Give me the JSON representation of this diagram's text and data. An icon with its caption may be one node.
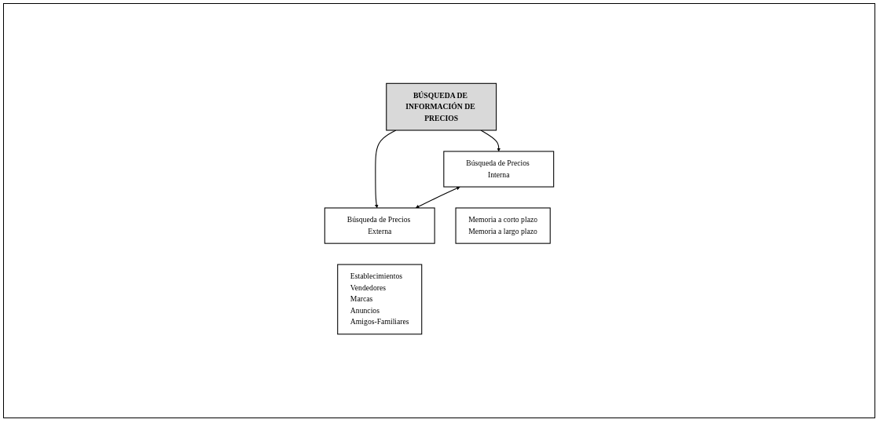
{
  "diagram": {
    "nodes": [
      {
        "text": [
          "BÚSQUEDA DE INFORMACIÓN DE PRECIOS"
        ]
      },
      {
        "text": [
          "Búsqueda de Precios Interna"
        ]
      },
      {
        "text": [
          "Búsqueda de Precios Externa"
        ]
      },
      {
        "text": [
          "Memoria a corto plazo",
          "Memoria a largo plazo"
        ]
      },
      {
        "text": [
          "Establecimientos",
          "Vendedores",
          "Marcas",
          "Anuncios",
          "Amigos-Familiares"
        ]
      }
    ],
    "edges": [
      {
        "from": 0,
        "to": 1,
        "arrow": "to"
      },
      {
        "from": 0,
        "to": 2,
        "arrow": "to"
      },
      {
        "from": 1,
        "to": 2,
        "arrow": "both"
      }
    ]
  }
}
